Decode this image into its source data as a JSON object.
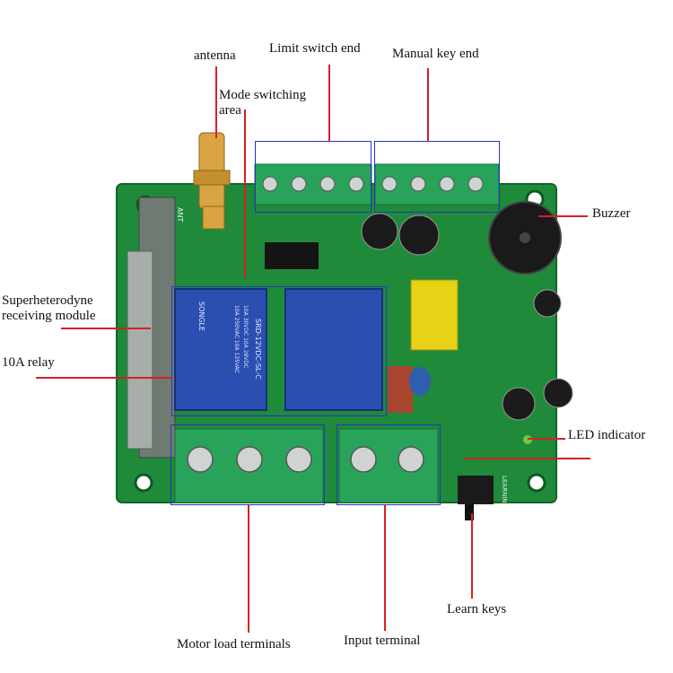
{
  "labels": {
    "antenna": "antenna",
    "limit_switch": "Limit switch end",
    "manual_key": "Manual key end",
    "mode_line1": "Mode switching",
    "mode_line2": "area",
    "buzzer": "Buzzer",
    "superhet_line1": "Superheterodyne",
    "superhet_line2": "receiving module",
    "relay": "10A relay",
    "led": "LED indicator",
    "learn": "Learn keys",
    "motor": "Motor load terminals",
    "input": "Input terminal"
  },
  "board_text": {
    "ant": "ANT",
    "learning": "LEARNING",
    "relay_brand": "SONGLE",
    "relay_model": "SRD-12VDC-SL-C",
    "relay_rating1": "10A 250VAC  10A 125VAC",
    "relay_rating2": "10A 30VDC  10A 28VDC"
  },
  "colors": {
    "pcb": "#1f8a3a",
    "terminal": "#2aa35a",
    "relay": "#2a4fb0",
    "highlight": "#2733c8",
    "callout": "#d81f26"
  }
}
